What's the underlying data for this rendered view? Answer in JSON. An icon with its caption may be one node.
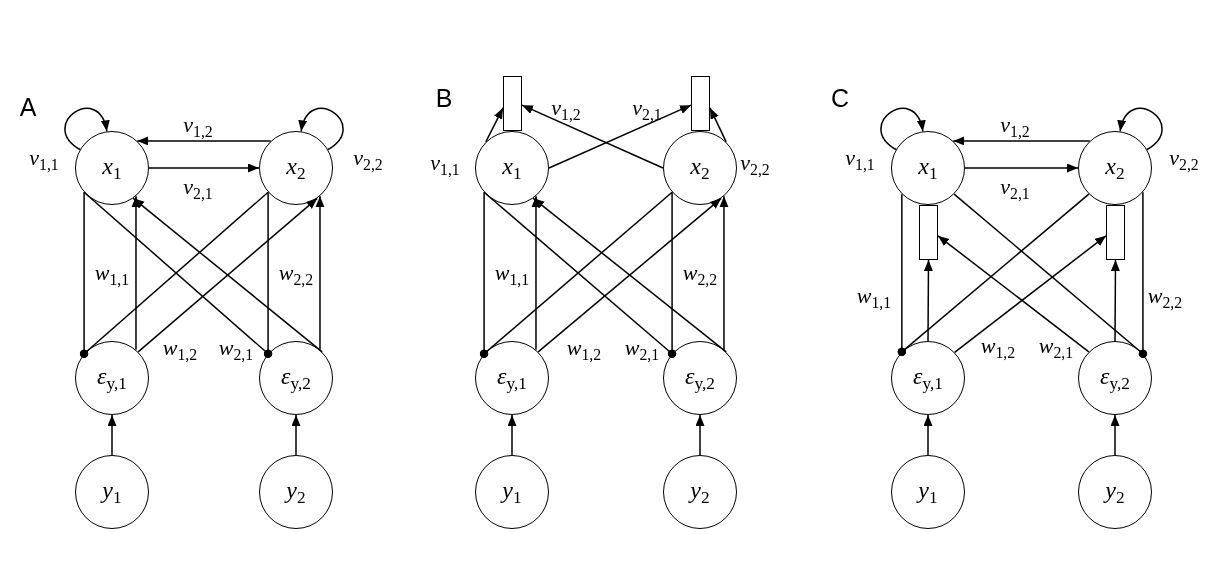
{
  "diagram": {
    "nodes": [
      {
        "text": [
          "*x*$_{1}$"
        ]
      },
      {
        "text": [
          "*x*$_{2}$"
        ]
      },
      {
        "text": [
          "*ε*$_{y,1}$"
        ]
      },
      {
        "text": [
          "*ε*$_{y,2}$"
        ]
      },
      {
        "text": [
          "*y*$_{1}$"
        ]
      },
      {
        "text": [
          "*y*$_{2}$"
        ]
      },
      {
        "text": [],
        "shape": "box"
      },
      {
        "text": [],
        "shape": "box"
      },
      {
        "text": [
          "*x*$_{1}$"
        ]
      },
      {
        "text": [
          "*x*$_{2}$"
        ]
      },
      {
        "text": [
          "*ε*$_{y,1}$"
        ]
      },
      {
        "text": [
          "*ε*$_{y,2}$"
        ]
      },
      {
        "text": [
          "*y*$_{1}$"
        ]
      },
      {
        "text": [
          "*y*$_{2}$"
        ]
      },
      {
        "text": [
          "*x*$_{1}$"
        ]
      },
      {
        "text": [
          "*x*$_{2}$"
        ]
      },
      {
        "text": [],
        "shape": "box"
      },
      {
        "text": [],
        "shape": "box"
      },
      {
        "text": [
          "*ε*$_{y,1}$"
        ]
      },
      {
        "text": [
          "*ε*$_{y,2}$"
        ]
      },
      {
        "text": [
          "*y*$_{1}$"
        ]
      },
      {
        "text": [
          "*y*$_{2}$"
        ]
      }
    ],
    "edges": [
      {
        "from": 0,
        "to": 0,
        "arrow": "to",
        "label": "*v*$_{1,1}$"
      },
      {
        "from": 1,
        "to": 1,
        "arrow": "to",
        "label": "*v*$_{2,2}$"
      },
      {
        "from": 1,
        "to": 0,
        "arrow": "to",
        "label": "*v*$_{1,2}$"
      },
      {
        "from": 0,
        "to": 1,
        "arrow": "to",
        "label": "*v*$_{2,1}$"
      },
      {
        "from": 0,
        "to": 2,
        "arrow": "other"
      },
      {
        "from": 2,
        "to": 0,
        "arrow": "to"
      },
      {
        "from": 0,
        "to": 3,
        "arrow": "other"
      },
      {
        "from": 1,
        "to": 2,
        "arrow": "other"
      },
      {
        "from": 2,
        "to": 1,
        "arrow": "to"
      },
      {
        "from": 3,
        "to": 0,
        "arrow": "to"
      },
      {
        "from": 1,
        "to": 3,
        "arrow": "other"
      },
      {
        "from": 3,
        "to": 1,
        "arrow": "to"
      },
      {
        "from": 4,
        "to": 2,
        "arrow": "to"
      },
      {
        "from": 5,
        "to": 3,
        "arrow": "to"
      },
      {
        "from": 8,
        "to": 6,
        "arrow": "to",
        "label": "*v*$_{1,1}$"
      },
      {
        "from": 9,
        "to": 6,
        "arrow": "to",
        "label": "*v*$_{1,2}$"
      },
      {
        "from": 8,
        "to": 7,
        "arrow": "to",
        "label": "*v*$_{2,1}$"
      },
      {
        "from": 9,
        "to": 7,
        "arrow": "to",
        "label": "*v*$_{2,2}$"
      },
      {
        "from": 8,
        "to": 10,
        "arrow": "other"
      },
      {
        "from": 10,
        "to": 8,
        "arrow": "to"
      },
      {
        "from": 8,
        "to": 11,
        "arrow": "other"
      },
      {
        "from": 9,
        "to": 10,
        "arrow": "other"
      },
      {
        "from": 10,
        "to": 9,
        "arrow": "to"
      },
      {
        "from": 11,
        "to": 8,
        "arrow": "to"
      },
      {
        "from": 9,
        "to": 11,
        "arrow": "other"
      },
      {
        "from": 11,
        "to": 9,
        "arrow": "to"
      },
      {
        "from": 12,
        "to": 10,
        "arrow": "to"
      },
      {
        "from": 13,
        "to": 11,
        "arrow": "to"
      },
      {
        "from": 14,
        "to": 14,
        "arrow": "to",
        "label": "*v*$_{1,1}$"
      },
      {
        "from": 15,
        "to": 15,
        "arrow": "to",
        "label": "*v*$_{2,2}$"
      },
      {
        "from": 15,
        "to": 14,
        "arrow": "to",
        "label": "*v*$_{1,2}$"
      },
      {
        "from": 14,
        "to": 15,
        "arrow": "to",
        "label": "*v*$_{2,1}$"
      },
      {
        "from": 14,
        "to": 18,
        "arrow": "other"
      },
      {
        "from": 18,
        "to": 16,
        "arrow": "to"
      },
      {
        "from": 18,
        "to": 17,
        "arrow": "to"
      },
      {
        "from": 15,
        "to": 18,
        "arrow": "other"
      },
      {
        "from": 14,
        "to": 19,
        "arrow": "other"
      },
      {
        "from": 19,
        "to": 16,
        "arrow": "to"
      },
      {
        "from": 19,
        "to": 17,
        "arrow": "to"
      },
      {
        "from": 15,
        "to": 19,
        "arrow": "other"
      },
      {
        "from": 20,
        "to": 18,
        "arrow": "to"
      },
      {
        "from": 21,
        "to": 19,
        "arrow": "to"
      }
    ],
    "labels": [
      "A",
      "*w*$_{1,1}$",
      "*w*$_{2,2}$",
      "*w*$_{1,2}$",
      "*w*$_{2,1}$",
      "B",
      "*w*$_{1,1}$",
      "*w*$_{2,2}$",
      "*w*$_{1,2}$",
      "*w*$_{2,1}$",
      "C",
      "*w*$_{1,1}$",
      "*w*$_{2,2}$",
      "*w*$_{1,2}$",
      "*w*$_{2,1}$"
    ]
  }
}
